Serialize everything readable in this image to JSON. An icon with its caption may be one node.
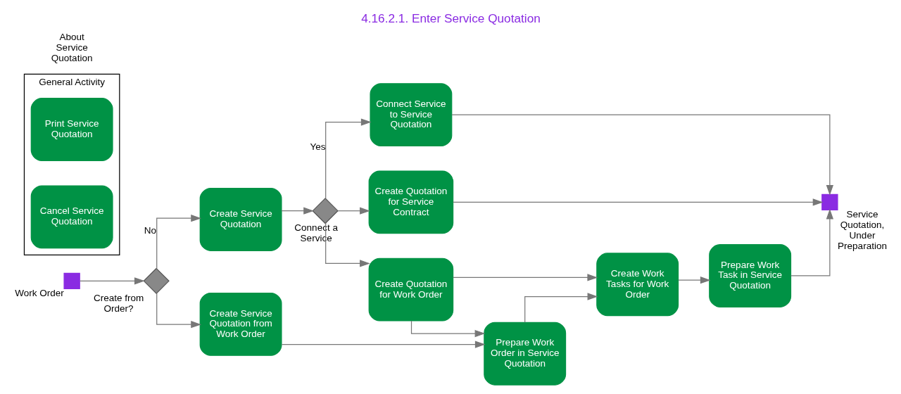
{
  "diagram": {
    "title": "4.16.2.1. Enter Service Quotation",
    "nodes": [
      {
        "text": [],
        "shape": "box",
        "beside": [
          "Work Order"
        ]
      },
      {
        "text": [],
        "shape": "diamond",
        "beside": [
          "Create from Order?"
        ]
      },
      {
        "text": [
          "Create Service Quotation"
        ]
      },
      {
        "text": [],
        "shape": "diamond",
        "beside": [
          "Connect a Service"
        ]
      },
      {
        "text": [
          "Connect Service to Service Quotation"
        ]
      },
      {
        "text": [
          "Create Quotation for Service Contract"
        ]
      },
      {
        "text": [
          "Create Quotation for Work Order"
        ]
      },
      {
        "text": [
          "Create Work Tasks for Work Order"
        ]
      },
      {
        "text": [
          "Prepare Work Task in Service Quotation"
        ]
      },
      {
        "text": [],
        "shape": "box",
        "beside": [
          "Service Quotation, Under Preparation"
        ]
      },
      {
        "text": [
          "Create Service Quotation from Work Order"
        ]
      },
      {
        "text": [
          "Prepare Work Order in Service Quotation"
        ]
      },
      {
        "text": [
          "General Activity"
        ]
      },
      {
        "text": [
          "Print Service Quotation"
        ],
        "in": 12
      },
      {
        "text": [
          "Cancel Service Quotation"
        ],
        "in": 12
      }
    ],
    "edges": [
      {
        "from": 0,
        "to": 1,
        "arrow": "to"
      },
      {
        "from": 1,
        "to": 2,
        "arrow": "to",
        "label": "No"
      },
      {
        "from": 1,
        "to": 10,
        "arrow": "to"
      },
      {
        "from": 2,
        "to": 3,
        "arrow": "to"
      },
      {
        "from": 3,
        "to": 4,
        "arrow": "to",
        "label": "Yes"
      },
      {
        "from": 3,
        "to": 5,
        "arrow": "to"
      },
      {
        "from": 3,
        "to": 6,
        "arrow": "to"
      },
      {
        "from": 4,
        "to": 9,
        "arrow": "to"
      },
      {
        "from": 5,
        "to": 9,
        "arrow": "to"
      },
      {
        "from": 6,
        "to": 7,
        "arrow": "to"
      },
      {
        "from": 6,
        "to": 11,
        "arrow": "to"
      },
      {
        "from": 10,
        "to": 11,
        "arrow": "to"
      },
      {
        "from": 11,
        "to": 7,
        "arrow": "to"
      },
      {
        "from": 7,
        "to": 8,
        "arrow": "to"
      },
      {
        "from": 8,
        "to": 9,
        "arrow": "to"
      }
    ],
    "labels": [
      "About Service Quotation"
    ]
  }
}
